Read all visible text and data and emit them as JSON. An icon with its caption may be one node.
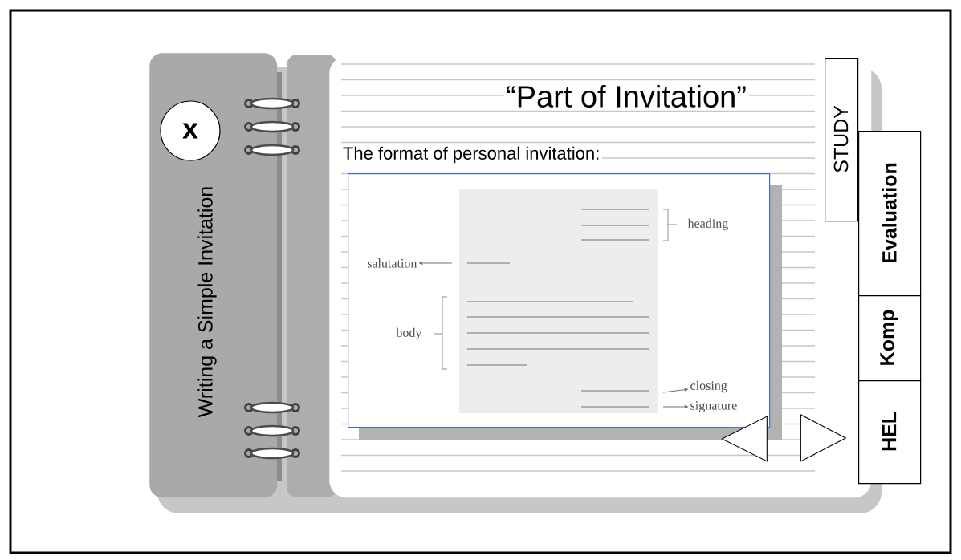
{
  "diagram": {
    "nodes": [
      {
        "text": [
          "Writing a Simple Invitation"
        ]
      },
      {
        "text": [
          "x"
        ],
        "in": 0
      },
      {
        "text": [
          "“Part of Invitation”",
          "The format of personal invitation:"
        ]
      },
      {
        "text": [],
        "shape": "box",
        "in": 2
      },
      {
        "text": [
          "heading"
        ],
        "in": 3
      },
      {
        "text": [
          "salutation"
        ],
        "in": 3
      },
      {
        "text": [
          "body"
        ],
        "in": 3
      },
      {
        "text": [
          "closing"
        ],
        "in": 3
      },
      {
        "text": [
          "signature"
        ],
        "in": 3
      },
      {
        "text": [
          "STUDY"
        ],
        "in": 2
      },
      {
        "text": [
          "Evaluation"
        ]
      },
      {
        "text": [
          "Komp"
        ]
      },
      {
        "text": [
          "HEL"
        ]
      },
      {
        "text": [],
        "shape": "triangle",
        "in": 2
      },
      {
        "text": [],
        "shape": "triangle",
        "in": 2
      }
    ],
    "edges": [
      {
        "from": null,
        "to": 5,
        "arrow": "to"
      },
      {
        "from": null,
        "to": 7,
        "arrow": "to"
      },
      {
        "from": null,
        "to": 8,
        "arrow": "to"
      }
    ]
  }
}
